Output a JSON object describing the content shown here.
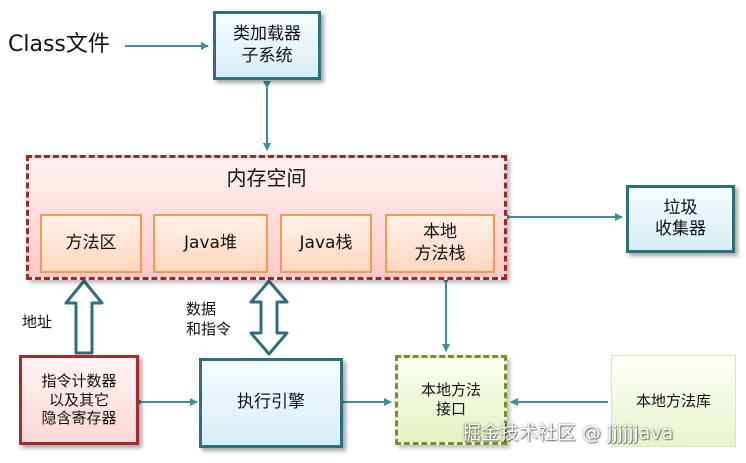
{
  "class_file": "Class文件",
  "class_loader": "类加载器\n子系统",
  "memory": {
    "title": "内存空间",
    "areas": {
      "method_area": "方法区",
      "java_heap": "Java堆",
      "java_stack": "Java栈",
      "native_stack": "本地\n方法栈"
    }
  },
  "gc": "垃圾\n收集器",
  "pc": "指令计数器\n以及其它\n隐含寄存器",
  "engine": "执行引擎",
  "native_interface": "本地方法\n接口",
  "native_library": "本地方法库",
  "labels": {
    "address": "地址",
    "data_instructions": "数据\n和指令"
  },
  "watermark": "掘金技术社区 @ jjjjjjava",
  "colors": {
    "teal": "#2e6f79",
    "arrow": "#3f8f9a",
    "memory_border": "#9b2a2a",
    "orange_border": "#f39a4c",
    "pc_border": "#a52a2a",
    "native_border": "#7a8f2c"
  }
}
